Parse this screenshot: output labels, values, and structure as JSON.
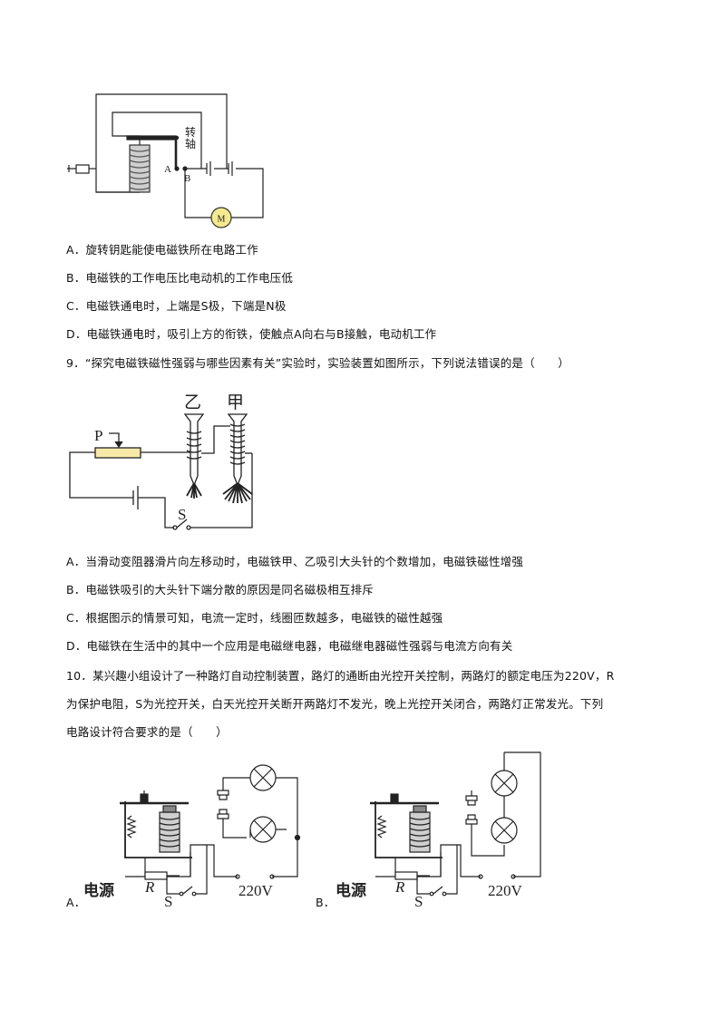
{
  "fig8": {
    "label_zhuan": "转",
    "label_zhou": "轴",
    "label_A": "A",
    "label_B": "B",
    "label_M": "M"
  },
  "q8_options": [
    "A．旋转钥匙能使电磁铁所在电路工作",
    "B．电磁铁的工作电压比电动机的工作电压低",
    "C．电磁铁通电时，上端是S极，下端是N极",
    "D．电磁铁通电时，吸引上方的衔铁，使触点A向右与B接触，电动机工作"
  ],
  "q9_stem": "9．“探究电磁铁磁性强弱与哪些因素有关”实验时，实验装置如图所示，下列说法错误的是（　　）",
  "fig9": {
    "label_yi": "乙",
    "label_jia": "甲",
    "label_P": "P",
    "label_S": "S"
  },
  "q9_options": [
    "A．当滑动变阻器滑片向左移动时，电磁铁甲、乙吸引大头针的个数增加，电磁铁磁性增强",
    "B．电磁铁吸引的大头针下端分散的原因是同名磁极相互排斥",
    "C．根据图示的情景可知，电流一定时，线圈匝数越多，电磁铁的磁性越强",
    "D．电磁铁在生活中的其中一个应用是电磁继电器，电磁继电器磁性强弱与电流方向有关"
  ],
  "q10_stem": [
    "10．某兴趣小组设计了一种路灯自动控制装置，路灯的通断由光控开关控制，两路灯的额定电压为220V，R",
    "为保护电阻，S为光控开关，白天光控开关断开两路灯不发光，晚上光控开关闭合，两路灯正常发光。下列",
    "电路设计符合要求的是（　　）"
  ],
  "fig10": {
    "a": {
      "option": "A．",
      "power": "电源",
      "R": "R",
      "S": "S",
      "voltage": "220V"
    },
    "b": {
      "option": "B．",
      "power": "电源",
      "R": "R",
      "S": "S",
      "voltage": "220V"
    }
  }
}
